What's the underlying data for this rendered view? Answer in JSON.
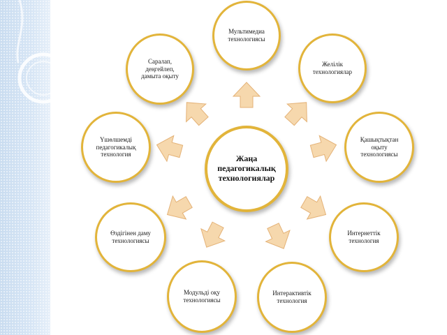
{
  "slide": {
    "center": "Жаңа\nпедагогикалық\nтехнологиялар",
    "nodes": [
      "Мультимедиа\nтехнологиясы",
      "Желілік\nтехнологиялар",
      "Қашықтықтан\nоқыту\nтехнологиясы",
      "Интернеттік\nтехнология",
      "Интерактивтік\nтехнология",
      "Модульді оқу\nтехнологиясы",
      "Өздігінен даму\nтехнологиясы",
      "Үшөлшемді\nпедагогикалық\nтехнология",
      "Саралап,\nдеңгейлеп,\nдамыта оқыту"
    ]
  },
  "colors": {
    "circle_border": "#e2b43a",
    "arrow_fill": "#f6d8ad",
    "arrow_stroke": "#e4b277",
    "stripe": "#c9dcf0"
  }
}
